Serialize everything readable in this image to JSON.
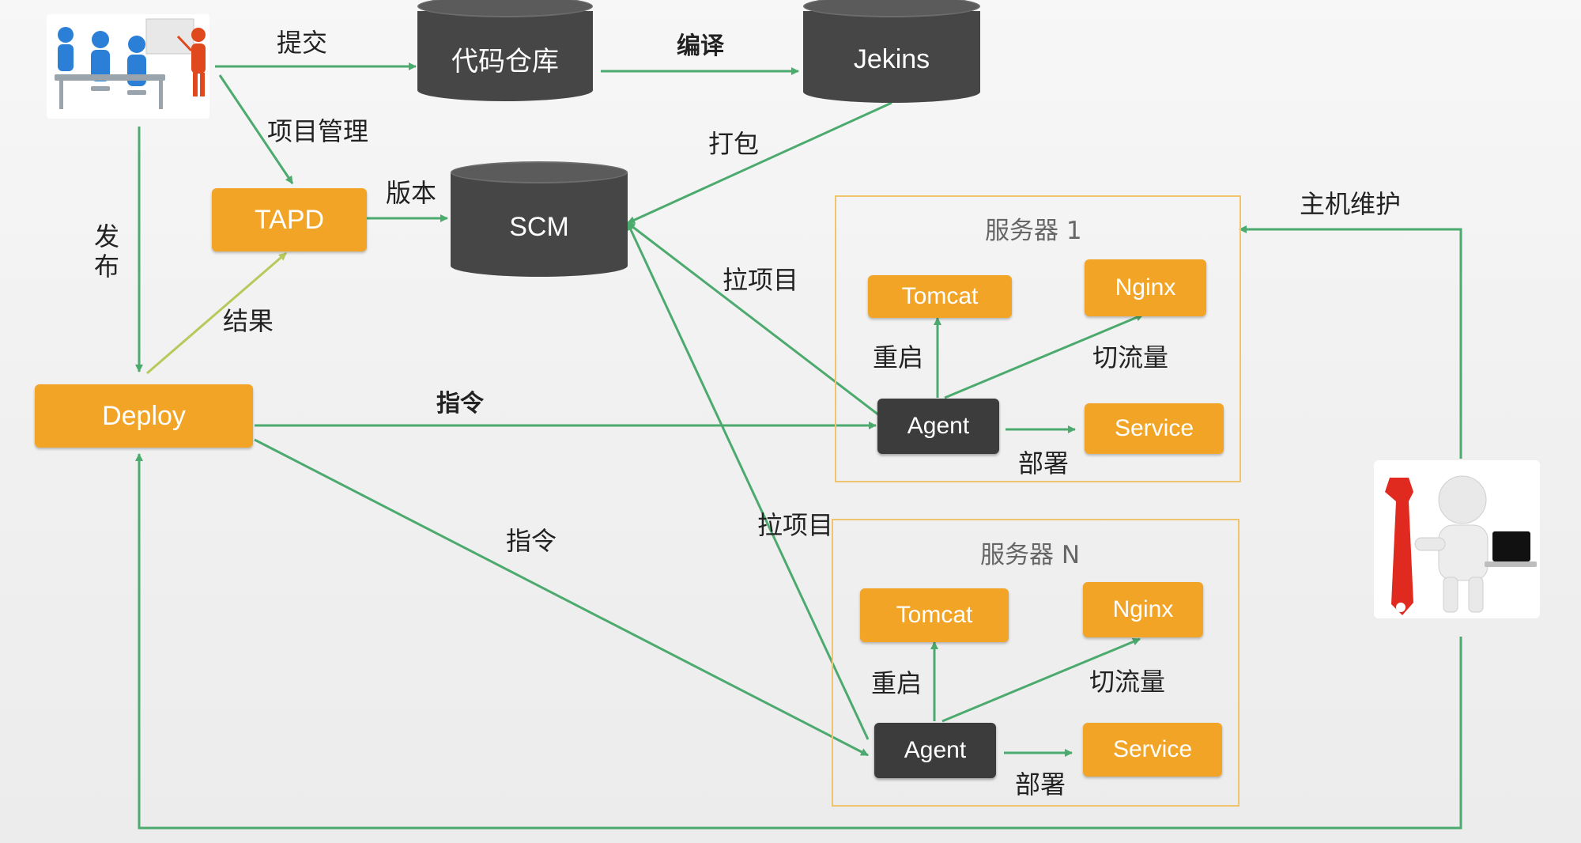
{
  "nodes": {
    "repo": "代码仓库",
    "jenkins": "Jekins",
    "scm": "SCM",
    "tapd": "TAPD",
    "deploy": "Deploy"
  },
  "edges": {
    "submit": "提交",
    "compile": "编译",
    "project_mgmt": "项目管理",
    "package": "打包",
    "version": "版本",
    "publish": "发布",
    "result": "结果",
    "command1": "指令",
    "command2": "指令",
    "pull1": "拉项目",
    "pull2": "拉项目",
    "host_maint": "主机维护"
  },
  "servers": [
    {
      "title": "服务器 1",
      "tomcat": "Tomcat",
      "nginx": "Nginx",
      "agent": "Agent",
      "service": "Service",
      "restart": "重启",
      "switch_traffic": "切流量",
      "deploy_label": "部署"
    },
    {
      "title": "服务器 N",
      "tomcat": "Tomcat",
      "nginx": "Nginx",
      "agent": "Agent",
      "service": "Service",
      "restart": "重启",
      "switch_traffic": "切流量",
      "deploy_label": "部署"
    }
  ],
  "colors": {
    "arrow": "#4caa6e",
    "orange": "#f2a426",
    "dark": "#3c3c3c",
    "frame": "#f0c46e"
  },
  "icons": [
    "team-meeting-icon",
    "maintenance-robot-icon"
  ]
}
